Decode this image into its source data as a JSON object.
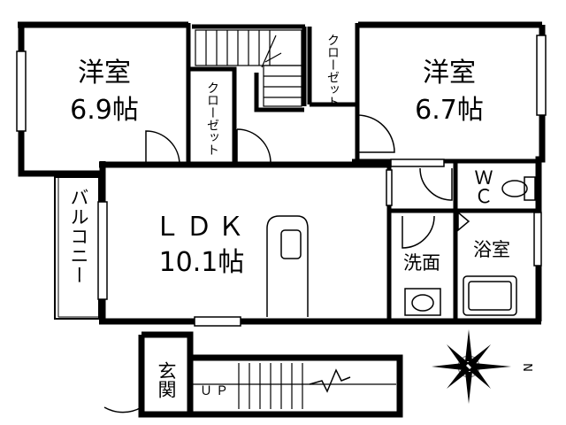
{
  "rooms": {
    "western_left": {
      "name": "洋室",
      "area": "6.9帖"
    },
    "western_right": {
      "name": "洋室",
      "area": "6.7帖"
    },
    "ldk": {
      "name": "ＬＤＫ",
      "area": "10.1帖"
    },
    "balcony": {
      "name": "バルコニー"
    },
    "closet_upper": {
      "name": "クローゼット"
    },
    "closet_lower": {
      "name": "クローゼット"
    },
    "toilet": {
      "name": "ＷＣ"
    },
    "washroom": {
      "name": "洗面"
    },
    "bathroom": {
      "name": "浴室"
    },
    "entrance": {
      "name": "玄関"
    }
  },
  "stairs_label": "ＵＰ",
  "compass": {
    "north_label": "N"
  },
  "colors": {
    "wall": "#000000",
    "background": "#ffffff",
    "compass_gray": "#8a8a8a"
  }
}
